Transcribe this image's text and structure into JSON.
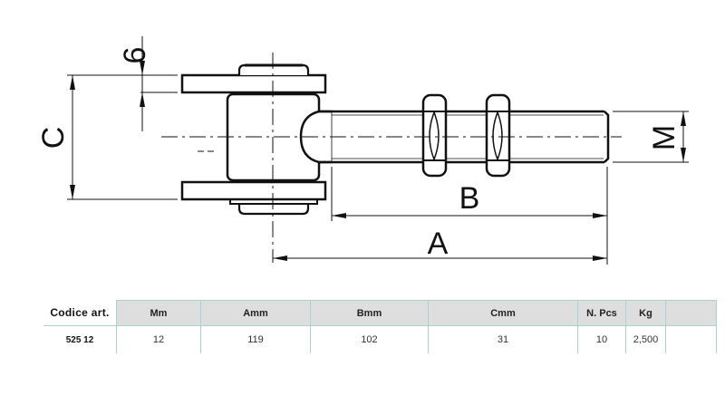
{
  "drawing": {
    "labels": {
      "dim_6": "6",
      "dim_C": "C",
      "dim_M": "M",
      "dim_B": "B",
      "dim_A": "A"
    }
  },
  "table": {
    "headers": [
      "Codice art.",
      "Mm",
      "Amm",
      "Bmm",
      "Cmm",
      "N. Pcs",
      "Kg",
      ""
    ],
    "rows": [
      [
        "525  12",
        "12",
        "119",
        "102",
        "31",
        "10",
        "2,500",
        ""
      ]
    ]
  }
}
